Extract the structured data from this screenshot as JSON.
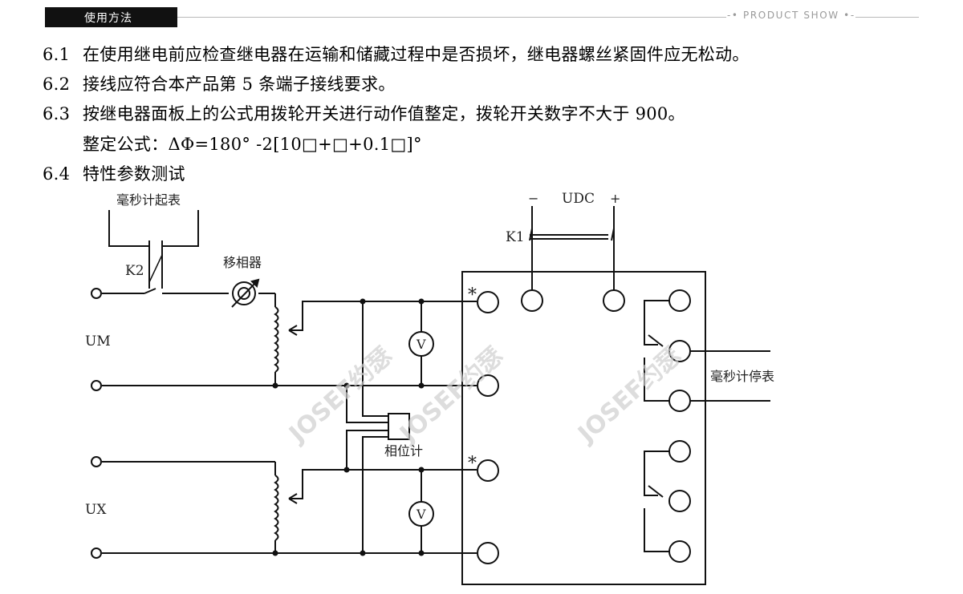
{
  "header": {
    "section_title": "使用方法",
    "right_label": "-• PRODUCT SHOW •-"
  },
  "items": [
    {
      "num": "6.1",
      "text": "在使用继电前应检查继电器在运输和储藏过程中是否损坏，继电器螺丝紧固件应无松动。"
    },
    {
      "num": "6.2",
      "text": "接线应符合本产品第 5 条端子接线要求。"
    },
    {
      "num": "6.3",
      "text": "按继电器面板上的公式用拨轮开关进行动作值整定，拨轮开关数字不大于 900。"
    },
    {
      "num": "",
      "text": "整定公式：ΔΦ=180° -2[10□+□+0.1□]°"
    },
    {
      "num": "6.4",
      "text": "特性参数测试"
    }
  ],
  "diagram": {
    "ms_start": "毫秒计起表",
    "k2": "K2",
    "phase_shifter": "移相器",
    "um": "UM",
    "ux": "UX",
    "phase_meter": "相位计",
    "k1": "K1",
    "udc": "UDC",
    "minus": "−",
    "plus": "+",
    "ms_stop": "毫秒计停表",
    "voltmeter": "V",
    "star": "*",
    "watermark": "JOSEF约瑟"
  }
}
